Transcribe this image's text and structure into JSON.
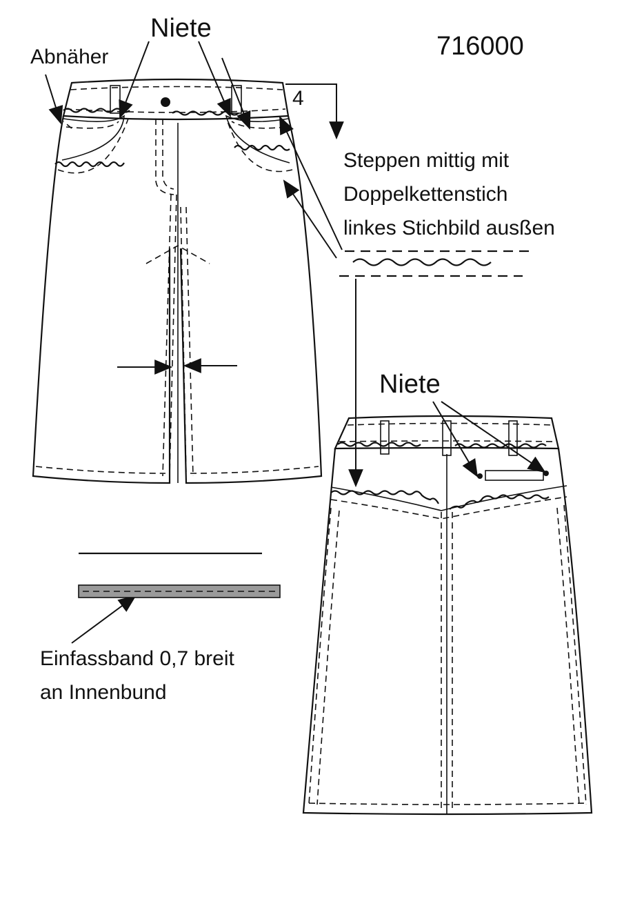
{
  "style_number": "716000",
  "labels": {
    "darts": "Abnäher",
    "rivets_front": "Niete",
    "rivets_back": "Niete",
    "waistband_width": "4"
  },
  "stitch_note": {
    "lines": [
      "Steppen mittig mit",
      "Doppelkettenstich",
      "linkes Stichbild ausßen"
    ]
  },
  "binding_note": {
    "lines": [
      "Einfassband 0,7 breit",
      "an Innenbund"
    ]
  },
  "colors": {
    "ink": "#111111",
    "binding_tape": "#9a9a9a",
    "background": "#ffffff"
  }
}
